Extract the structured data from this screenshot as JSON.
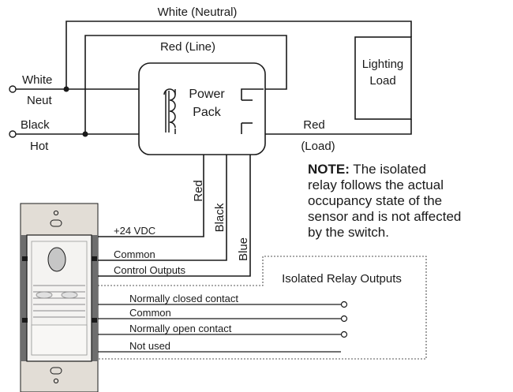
{
  "wires": {
    "white_neutral": "White (Neutral)",
    "red_line": "Red (Line)",
    "red_load_top": "Red",
    "red_load_bottom": "(Load)"
  },
  "terminals": {
    "white": "White",
    "neut": "Neut",
    "black": "Black",
    "hot": "Hot"
  },
  "power_pack": {
    "line1": "Power",
    "line2": "Pack"
  },
  "lighting_load": {
    "line1": "Lighting",
    "line2": "Load"
  },
  "vertical_wires": {
    "red": "Red",
    "black": "Black",
    "blue": "Blue"
  },
  "sensor_connections": {
    "plus24": "+24 VDC",
    "common": "Common",
    "control_outputs": "Control Outputs"
  },
  "isolated_relay": {
    "title": "Isolated Relay Outputs",
    "nc": "Normally closed contact",
    "common": "Common",
    "no": "Normally open contact",
    "not_used": "Not used"
  },
  "note": {
    "label": "NOTE:",
    "line1_rest": " The isolated",
    "line2": "relay follows the actual",
    "line3": "occupancy state of the",
    "line4": "sensor and is not affected",
    "line5": "by  the switch."
  },
  "colors": {
    "line": "#1a1a1a",
    "device_plate": "#e2ddd6",
    "device_body": "#f2f1ef",
    "lens": "#c9c9c9"
  }
}
